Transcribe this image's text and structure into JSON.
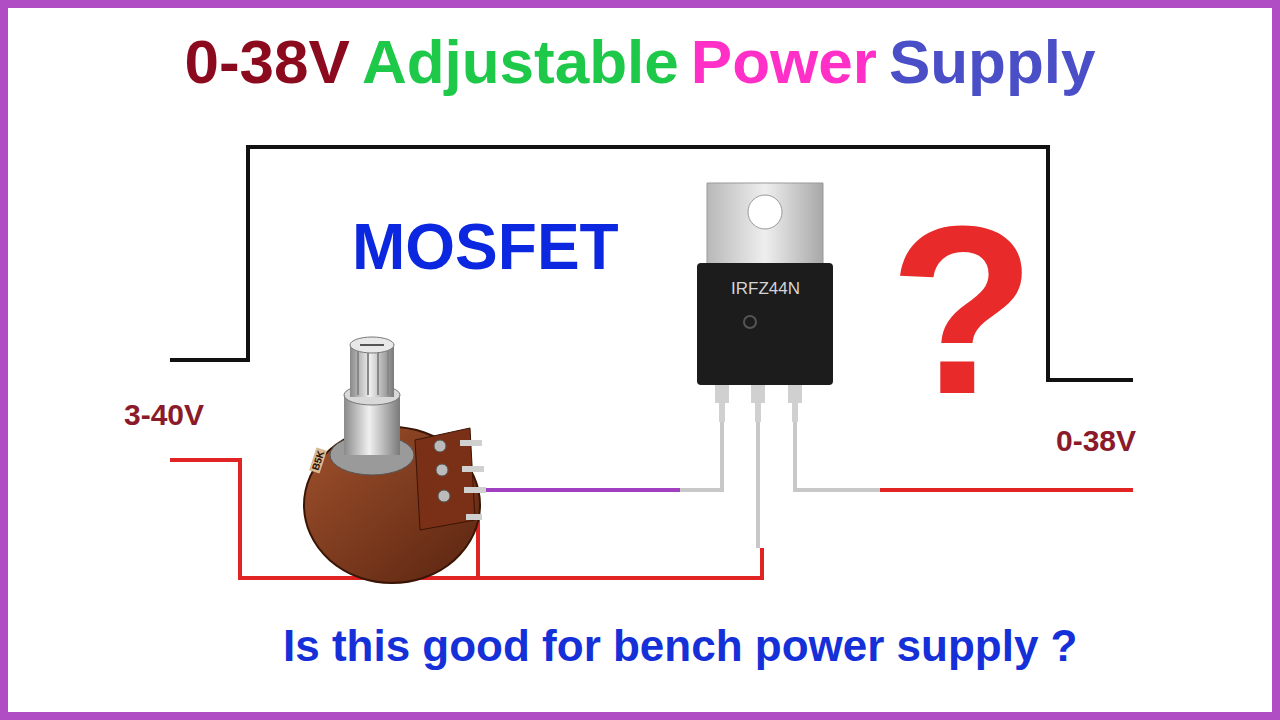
{
  "diagram": {
    "caption": "Is this good for bench power supply ?",
    "labels": [
      "0-38V",
      "Adjustable",
      "Power",
      "Supply",
      "MOSFET",
      "IRFZ44N",
      "B5K",
      "?",
      "3-40V",
      "0-38V"
    ]
  }
}
